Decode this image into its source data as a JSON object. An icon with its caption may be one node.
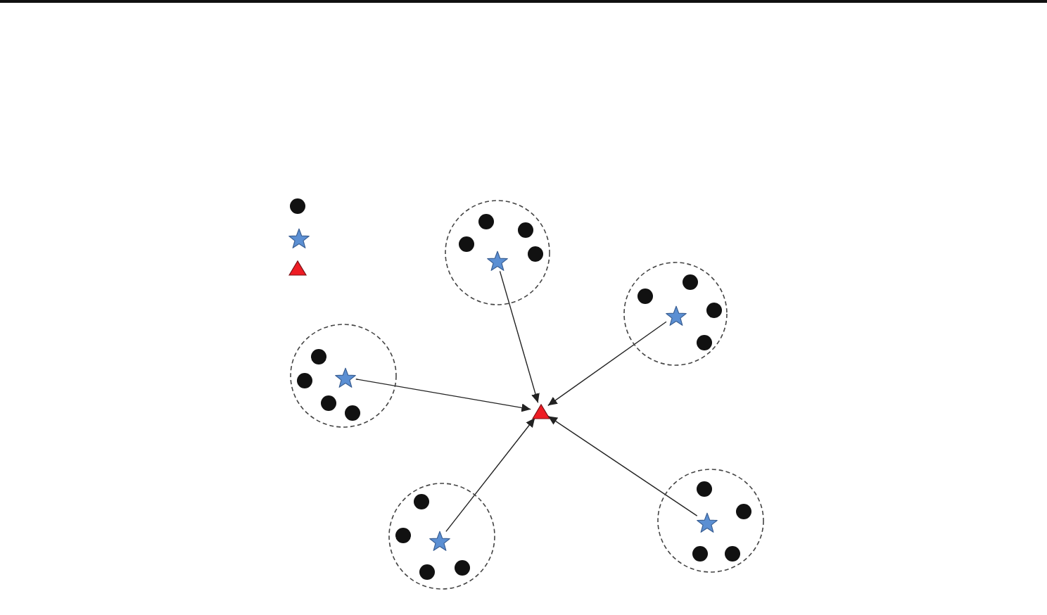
{
  "diagram": {
    "nodes": [
      {
        "text": [],
        "shape": "dot"
      },
      {
        "text": [],
        "shape": "star"
      },
      {
        "text": [],
        "shape": "triangle"
      },
      {
        "text": [],
        "shape": "circle"
      },
      {
        "text": [],
        "shape": "dot",
        "in": 3
      },
      {
        "text": [],
        "shape": "dot",
        "in": 3
      },
      {
        "text": [],
        "shape": "dot",
        "in": 3
      },
      {
        "text": [],
        "shape": "dot",
        "in": 3
      },
      {
        "text": [],
        "shape": "star",
        "in": 3
      },
      {
        "text": [],
        "shape": "circle"
      },
      {
        "text": [],
        "shape": "dot",
        "in": 9
      },
      {
        "text": [],
        "shape": "dot",
        "in": 9
      },
      {
        "text": [],
        "shape": "dot",
        "in": 9
      },
      {
        "text": [],
        "shape": "star",
        "in": 9
      },
      {
        "text": [],
        "shape": "dot",
        "in": 9
      },
      {
        "text": [],
        "shape": "circle"
      },
      {
        "text": [],
        "shape": "dot",
        "in": 15
      },
      {
        "text": [],
        "shape": "star",
        "in": 15
      },
      {
        "text": [],
        "shape": "dot",
        "in": 15
      },
      {
        "text": [],
        "shape": "dot",
        "in": 15
      },
      {
        "text": [],
        "shape": "dot",
        "in": 15
      },
      {
        "text": [],
        "shape": "triangle"
      },
      {
        "text": [],
        "shape": "circle"
      },
      {
        "text": [],
        "shape": "dot",
        "in": 22
      },
      {
        "text": [],
        "shape": "dot",
        "in": 22
      },
      {
        "text": [],
        "shape": "star",
        "in": 22
      },
      {
        "text": [],
        "shape": "dot",
        "in": 22
      },
      {
        "text": [],
        "shape": "dot",
        "in": 22
      },
      {
        "text": [],
        "shape": "circle"
      },
      {
        "text": [],
        "shape": "dot",
        "in": 28
      },
      {
        "text": [],
        "shape": "dot",
        "in": 28
      },
      {
        "text": [],
        "shape": "star",
        "in": 28
      },
      {
        "text": [],
        "shape": "dot",
        "in": 28
      },
      {
        "text": [],
        "shape": "dot",
        "in": 28
      }
    ],
    "edges": [
      {
        "from": 8,
        "to": 21,
        "arrow": "to"
      },
      {
        "from": 13,
        "to": 21,
        "arrow": "to"
      },
      {
        "from": 17,
        "to": 21,
        "arrow": "to"
      },
      {
        "from": 25,
        "to": 21,
        "arrow": "to"
      },
      {
        "from": 31,
        "to": 21,
        "arrow": "to"
      }
    ]
  }
}
